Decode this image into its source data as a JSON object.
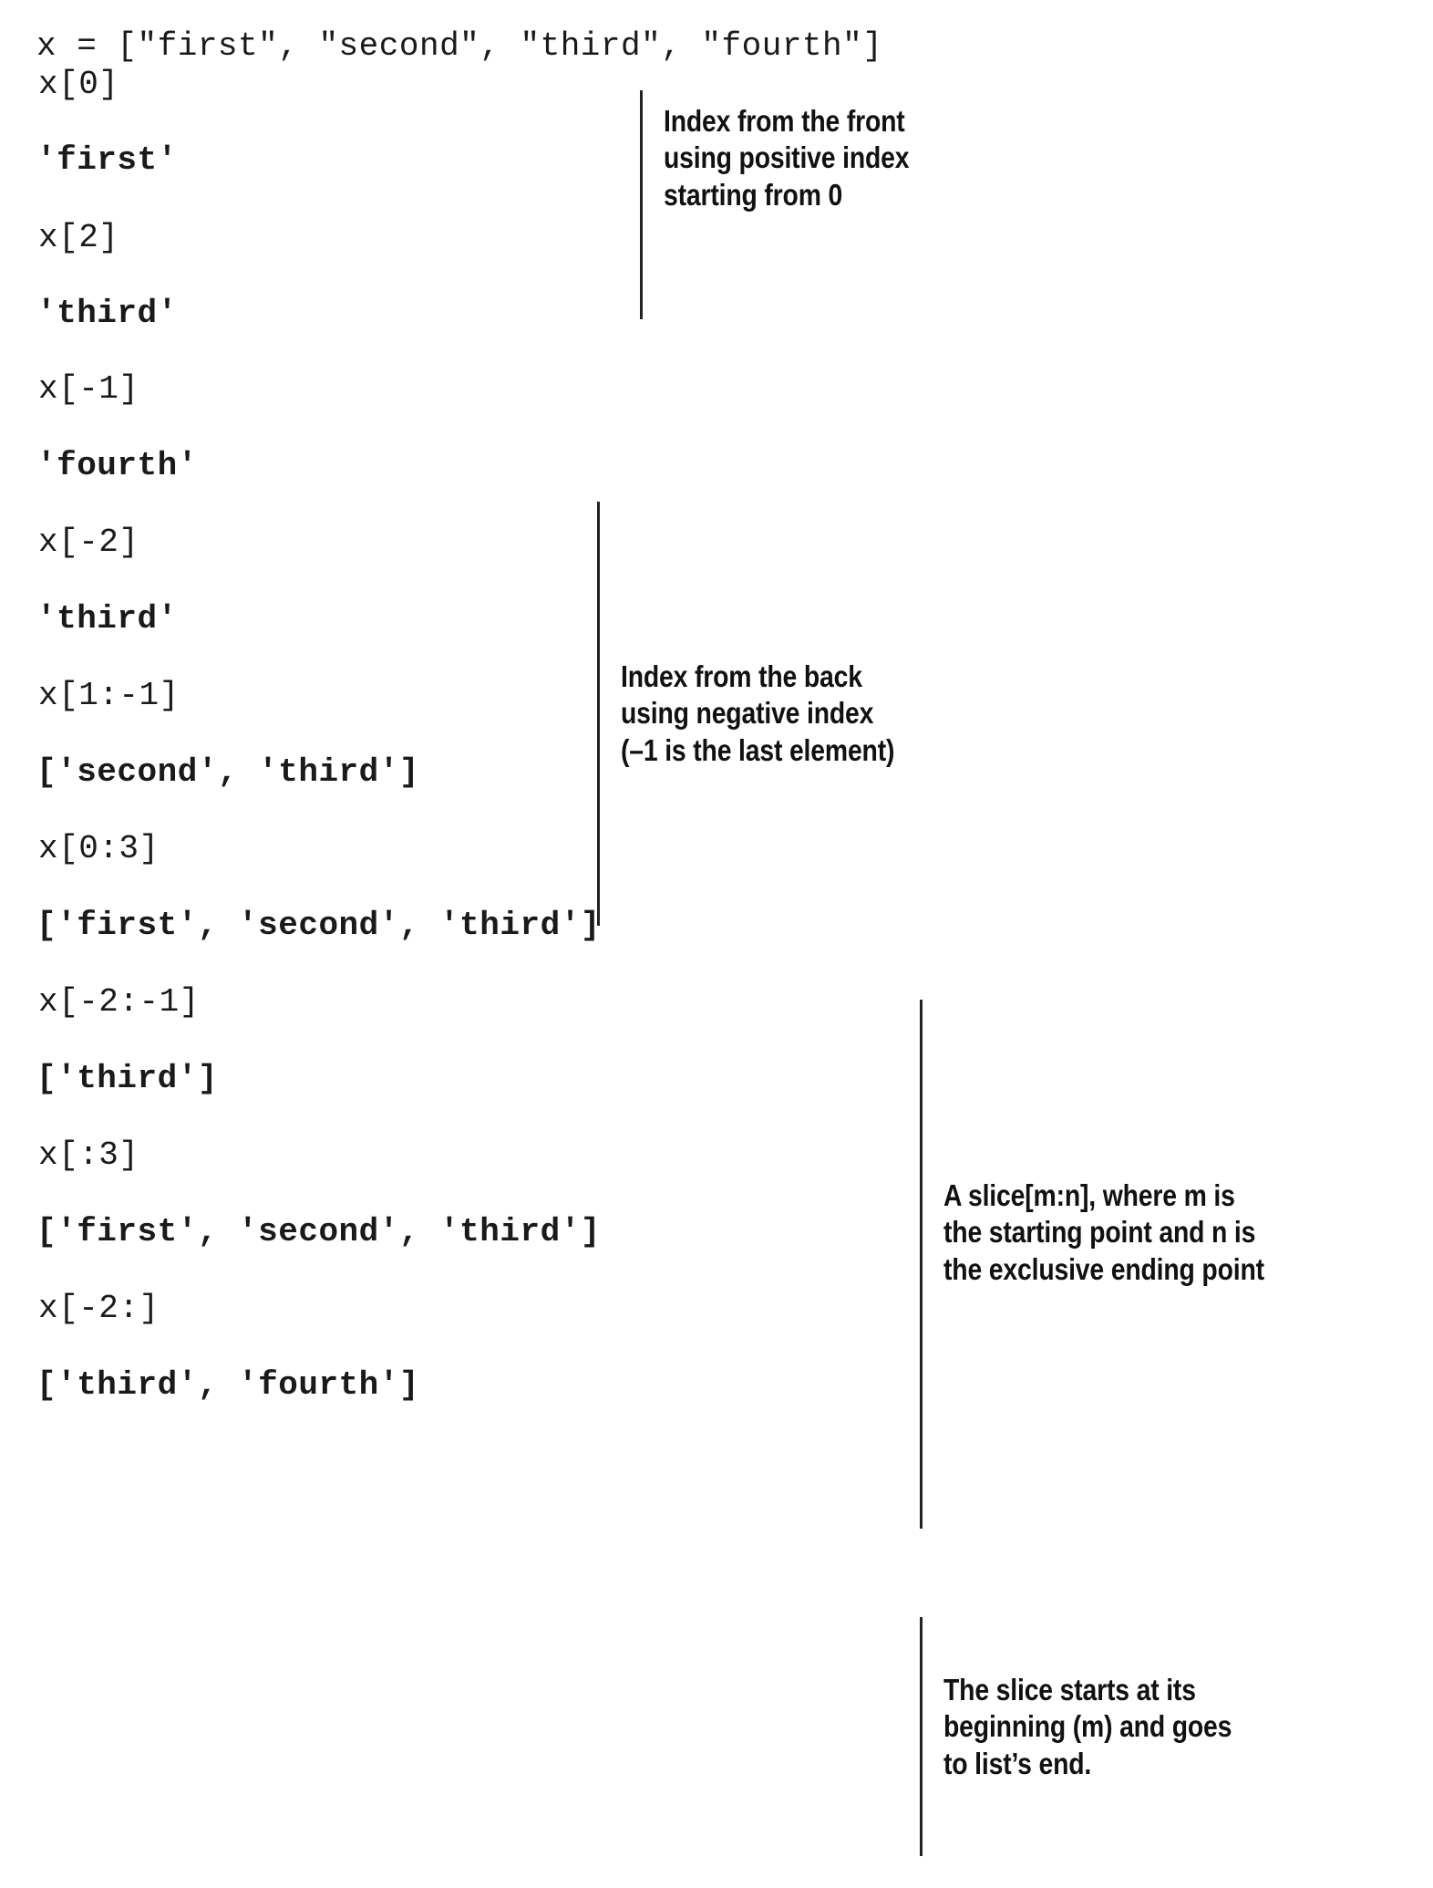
{
  "page": {
    "title": "Python list indexing and slicing reference",
    "background": "#ffffff",
    "text_color": "#1a1a1a",
    "rule_color": "#222222"
  },
  "code": {
    "assignment": "x = [\"first\", \"second\", \"third\", \"fourth\"]",
    "lines": [
      {
        "kind": "input",
        "text": "x[0]"
      },
      {
        "kind": "output",
        "text": "'first'"
      },
      {
        "kind": "input",
        "text": "x[2]"
      },
      {
        "kind": "output",
        "text": "'third'"
      },
      {
        "kind": "input",
        "text": "x[-1]"
      },
      {
        "kind": "output",
        "text": "'fourth'"
      },
      {
        "kind": "input",
        "text": "x[-2]"
      },
      {
        "kind": "output",
        "text": "'third'"
      },
      {
        "kind": "input",
        "text": "x[1:-1]"
      },
      {
        "kind": "output",
        "text": "['second', 'third']"
      },
      {
        "kind": "input",
        "text": "x[0:3]"
      },
      {
        "kind": "output",
        "text": "['first', 'second', 'third']"
      },
      {
        "kind": "input",
        "text": "x[-2:-1]"
      },
      {
        "kind": "output",
        "text": "['third']"
      },
      {
        "kind": "input",
        "text": "x[:3]"
      },
      {
        "kind": "output",
        "text": "['first', 'second', 'third']"
      },
      {
        "kind": "input",
        "text": "x[-2:]"
      },
      {
        "kind": "output",
        "text": "['third', 'fourth']"
      }
    ]
  },
  "annotations": [
    {
      "id": "positive-index",
      "text": "Index from the front\nusing positive index\nstarting from 0"
    },
    {
      "id": "negative-index",
      "text": "Index from the back\nusing negative index\n(–1 is the last element)"
    },
    {
      "id": "slice-m-n",
      "text": "A slice[m:n], where m is\nthe starting point and n is\nthe exclusive ending point"
    },
    {
      "id": "slice-open-end",
      "text": "The slice starts at its\nbeginning (m) and goes\nto list’s end."
    }
  ]
}
